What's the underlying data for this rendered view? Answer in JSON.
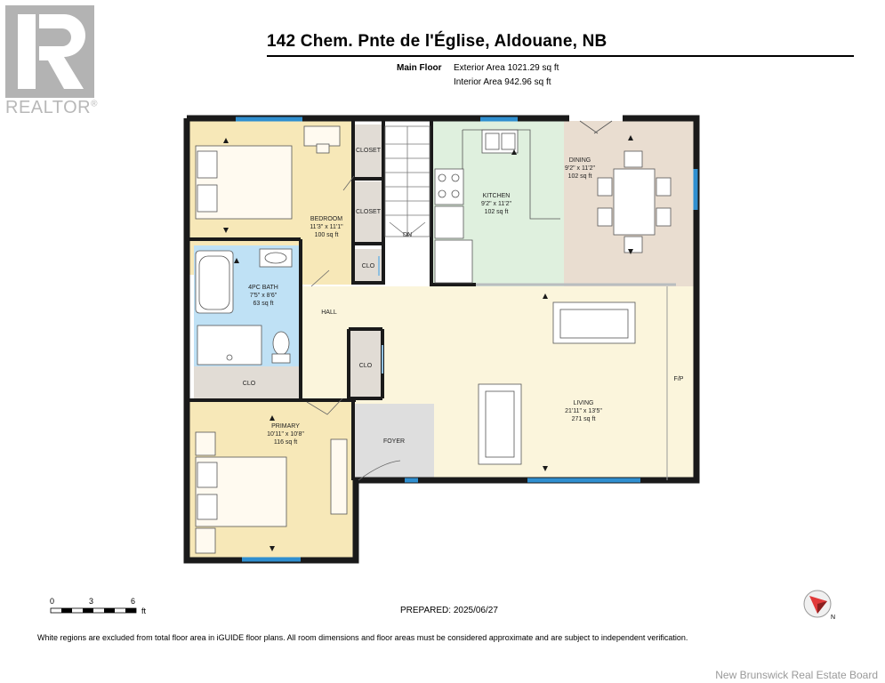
{
  "logo": {
    "text": "REALTOR",
    "mark": "®"
  },
  "title": "142 Chem. Pnte de l'Église, Aldouane, NB",
  "floor": "Main Floor",
  "exterior_area": "Exterior Area 1021.29 sq ft",
  "interior_area": "Interior Area 942.96 sq ft",
  "rooms": {
    "bedroom": {
      "name": "BEDROOM",
      "dims": "11'3\" x 11'1\"",
      "area": "100 sq ft"
    },
    "kitchen": {
      "name": "KITCHEN",
      "dims": "9'2\" x 11'2\"",
      "area": "102 sq ft"
    },
    "dining": {
      "name": "DINING",
      "dims": "9'2\" x 11'2\"",
      "area": "102 sq ft"
    },
    "bath": {
      "name": "4PC BATH",
      "dims": "7'5\" x 8'6\"",
      "area": "63 sq ft"
    },
    "primary": {
      "name": "PRIMARY",
      "dims": "10'11\" x 10'8\"",
      "area": "116 sq ft"
    },
    "living": {
      "name": "LIVING",
      "dims": "21'11\" x 13'5\"",
      "area": "271 sq ft"
    }
  },
  "labels": {
    "closet1": "CLOSET",
    "closet2": "CLOSET",
    "clo_small": "CLO",
    "hall": "HALL",
    "clo_hall": "CLO",
    "clo_bath": "CLO",
    "dn": "DN",
    "foyer": "FOYER",
    "fp": "F/P"
  },
  "scale": {
    "ticks": [
      "0",
      "3",
      "6"
    ],
    "unit": "ft"
  },
  "prepared": "PREPARED: 2025/06/27",
  "disclaimer": "White regions are excluded from total floor area in iGUIDE floor plans. All room dimensions and floor areas must be considered approximate and are subject to independent verification.",
  "compass": {
    "label": "N"
  },
  "board": "New Brunswick Real Estate Board",
  "colors": {
    "bedroom": "#f7e8b8",
    "bath": "#bfe1f5",
    "kitchen": "#dff0de",
    "dining": "#e9ddd0",
    "living": "#fbf5dc",
    "utility": "#e1dcd5",
    "foyer": "#dedede",
    "window": "#2f8fd0",
    "wall": "#1a1a1a"
  }
}
